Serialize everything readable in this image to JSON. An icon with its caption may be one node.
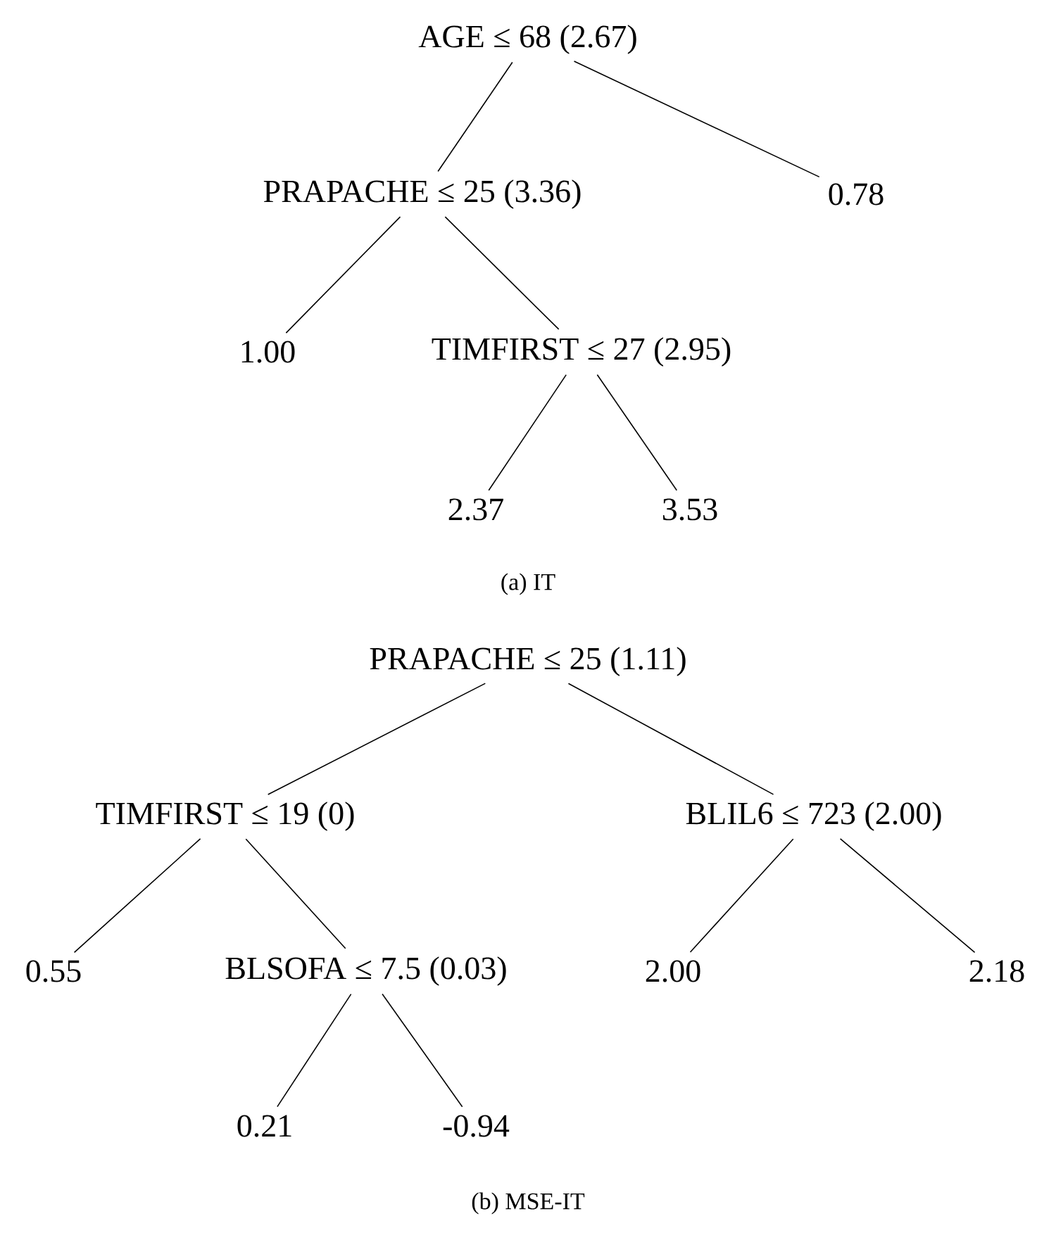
{
  "diagram": {
    "nodes": [
      {
        "text": [
          "AGE ≤ 68 (2.67)"
        ]
      },
      {
        "text": [
          "PRAPACHE ≤ 25 (3.36)"
        ]
      },
      {
        "text": [
          "0.78"
        ]
      },
      {
        "text": [
          "1.00"
        ]
      },
      {
        "text": [
          "TIMFIRST ≤ 27 (2.95)"
        ]
      },
      {
        "text": [
          "2.37"
        ]
      },
      {
        "text": [
          "3.53"
        ]
      },
      {
        "text": [
          "PRAPACHE ≤ 25 (1.11)"
        ]
      },
      {
        "text": [
          "TIMFIRST ≤ 19 (0)"
        ]
      },
      {
        "text": [
          "BLIL6 ≤ 723 (2.00)"
        ]
      },
      {
        "text": [
          "0.55"
        ]
      },
      {
        "text": [
          "BLSOFA ≤ 7.5 (0.03)"
        ]
      },
      {
        "text": [
          "2.00"
        ]
      },
      {
        "text": [
          "2.18"
        ]
      },
      {
        "text": [
          "0.21"
        ]
      },
      {
        "text": [
          "-0.94"
        ]
      }
    ],
    "edges": [
      {
        "from": 0,
        "to": 1,
        "arrow": "none"
      },
      {
        "from": 0,
        "to": 2,
        "arrow": "none"
      },
      {
        "from": 1,
        "to": 3,
        "arrow": "none"
      },
      {
        "from": 1,
        "to": 4,
        "arrow": "none"
      },
      {
        "from": 4,
        "to": 5,
        "arrow": "none"
      },
      {
        "from": 4,
        "to": 6,
        "arrow": "none"
      },
      {
        "from": 7,
        "to": 8,
        "arrow": "none"
      },
      {
        "from": 7,
        "to": 9,
        "arrow": "none"
      },
      {
        "from": 8,
        "to": 10,
        "arrow": "none"
      },
      {
        "from": 8,
        "to": 11,
        "arrow": "none"
      },
      {
        "from": 9,
        "to": 12,
        "arrow": "none"
      },
      {
        "from": 9,
        "to": 13,
        "arrow": "none"
      },
      {
        "from": 11,
        "to": 14,
        "arrow": "none"
      },
      {
        "from": 11,
        "to": 15,
        "arrow": "none"
      }
    ],
    "labels": [
      "(a) IT",
      "(b) MSE-IT"
    ]
  }
}
